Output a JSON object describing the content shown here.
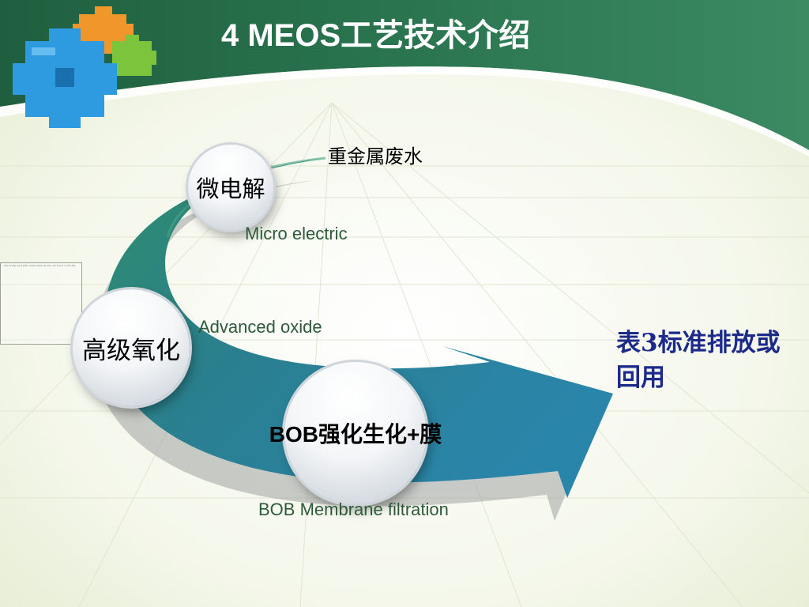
{
  "slide": {
    "title": "4 MEOS工艺技术介绍"
  },
  "diagram": {
    "source_label": "重金属废水",
    "result_label": "表3标准排放或回用",
    "steps": [
      {
        "cn": "微电解",
        "en": "Micro electric"
      },
      {
        "cn": "高级氧化",
        "en": "Advanced oxide"
      },
      {
        "cn": "BOB强化生化+膜",
        "en": "BOB  Membrane filtration"
      }
    ]
  },
  "placeholder": {
    "text": "The image part with relationship ID was not found in the file."
  },
  "colors": {
    "header_green": "#2e7a56",
    "arrow_green": "#2f7f66",
    "arrow_blue": "#2a86a8",
    "result_blue": "#1c2a8a"
  }
}
